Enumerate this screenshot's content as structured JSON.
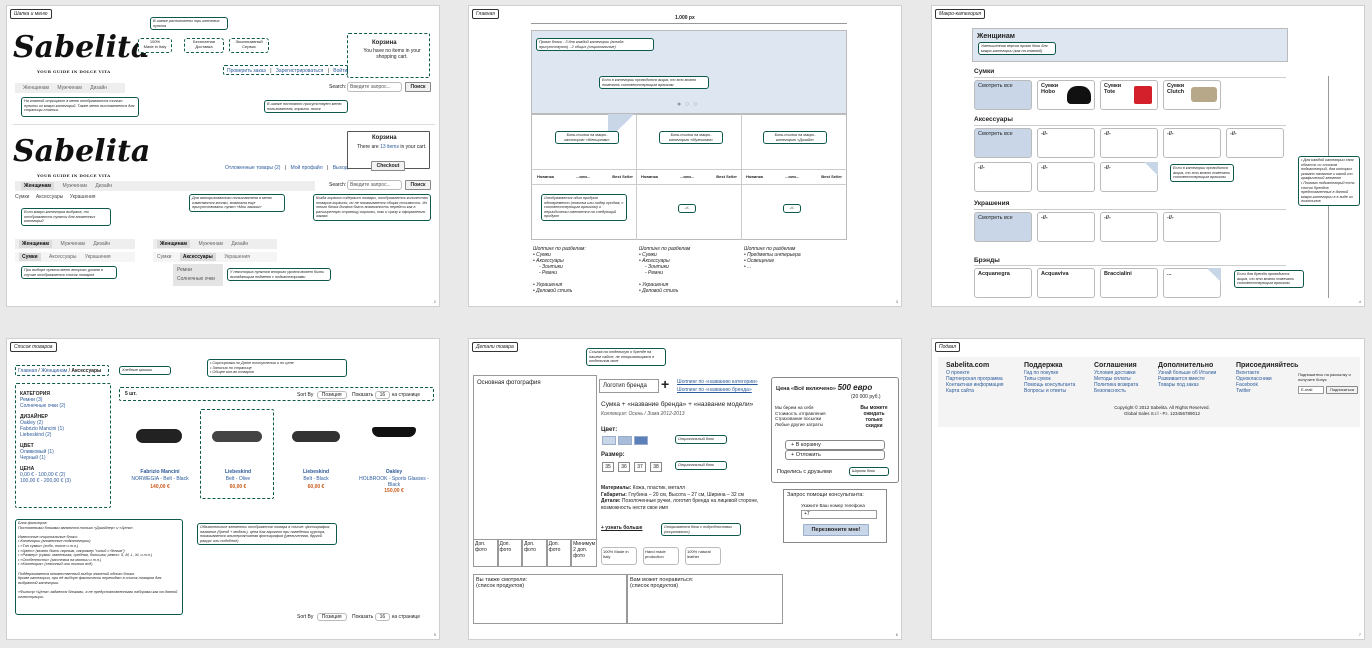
{
  "pages": [
    {
      "title": "Шапка и меню",
      "num": "2"
    },
    {
      "title": "Главная",
      "num": "3"
    },
    {
      "title": "Макро-категория",
      "num": "4"
    },
    {
      "title": "Список товаров",
      "num": "5"
    },
    {
      "title": "Детали товара",
      "num": "6"
    },
    {
      "title": "Подвал",
      "num": "7"
    }
  ],
  "header": {
    "logo": "Sabelita",
    "tagline": "YOUR GUIDE IN DOLCE VITA",
    "note_points": "В шапке расположены три ключевых пункта",
    "points": [
      "100%\nMade in Italy",
      "Бесплатная\nДоставка",
      "Эксклюзивный\nСервис"
    ],
    "links": [
      "Проверить заказ",
      "Зарегистрироваться",
      "Войти"
    ],
    "cart_title": "Корзина",
    "cart_empty": "You have no items in your shopping cart.",
    "search_label": "Search:",
    "search_placeholder": "Введите запрос...",
    "search_btn": "Поиск",
    "nav": [
      "Женщинам",
      "Мужчинам",
      "Дизайн"
    ],
    "note_nav": "На главной отрицают в меню отображаются только пункты из макро-категорий. Также меню выставляется для страницы-статьи.",
    "note_menu": "В шапке постоянно присутствует меню пользователя, корзина, поиск",
    "cart2_text_pre": "There are ",
    "cart2_items": "13 items",
    "cart2_text_post": " in your cart.",
    "checkout": "Checkout",
    "user_links": [
      "Отложенные товары (2)",
      "Мой профайл",
      "Выход"
    ],
    "note_user": "Для авторизованного пользователя в меню изменяются кнопки, возможна еще присутствовать пункт «Мои заказы»",
    "note_cart": "Когда корзина содержит товары, отображается количество товаров корзины, но не показывается общая стоимость. Из этого блока должна быть возможность перейти как в расширенную страницу корзины, так и сразу к оформлению заказа",
    "sub_nav": [
      "Сумки",
      "Аксессуары",
      "Украшения"
    ],
    "note_sub": "Если макро-категория выбрана, то отображаются пункты для вложенных категорий",
    "note_sub2": "При выборе пункта меню второго уровня в случае отображается список товаров",
    "sub3": [
      "Ремни",
      "Солнечные очки"
    ],
    "note_sub3": "У некоторых пунктов второго уровня может быть выпадающим подменю с подкатегориями"
  },
  "home": {
    "width_label": "1.000 px",
    "note_promo": "Промо блоки\n - 3 для каждой категории (всегда присутствуют)\n - 2 общих (опциональные)",
    "note_action": "Если в категории проводится акция, то это можно помечать соответствующим ярлыком",
    "blocks": [
      "Блок-ссылка на макро-категорию «Женщинам»",
      "Блок-ссылка на макро-категорию «Мужчинам»",
      "Блок-ссылка на макро-категорию «Дизайн»"
    ],
    "tabs": [
      "Новинка",
      "...или...",
      "Best Seller"
    ],
    "note_prod": "Отображается один продукт одновременно (новинка или лидер продаж, с соответствующим ярлыком) и периодически сменяется на следующий продукт",
    "shopping": [
      {
        "title": "Шоппинг по разделам:",
        "items": [
          "• Сумки",
          "• Аксессуары",
          "- Зонтики",
          "- Ремни",
          "",
          "• Украшения",
          "• Деловой стиль"
        ]
      },
      {
        "title": "Шоппинг по разделам",
        "items": [
          "• Сумки",
          "• Аксессуары",
          "- Зонтики",
          "- Ремни",
          "",
          "• Украшения",
          "• Деловой стиль"
        ]
      },
      {
        "title": "Шоппинг по разделам",
        "items": [
          "• Предметы интерьера",
          "• Освещение",
          "• ..."
        ]
      }
    ]
  },
  "macro": {
    "banner": "Женщинам",
    "note_banner": "Уменьшенная версия промо блок для макро-категории (как на главной)",
    "sections": [
      {
        "title": "Сумки",
        "cells": [
          "Смотреть все",
          "Сумки Hobo",
          "Сумки Tote",
          "Сумки Clutch"
        ]
      },
      {
        "title": "Аксессуары",
        "cells": [
          "Смотреть все",
          "-//-",
          "-//-",
          "-//-",
          "-//-",
          "-//-",
          "-//-",
          "-//-"
        ]
      },
      {
        "title": "Украшения",
        "cells": [
          "Смотреть все",
          "-//-",
          "-//-",
          "-//-"
        ]
      },
      {
        "title": "Брэнды",
        "cells": [
          "Acquanegra",
          "Acquaviva",
          "Braccialini",
          "..."
        ]
      }
    ],
    "note_action": "Если в категории проводится акция, то это можно помечать соответствующим ярлыком",
    "note_brand": "Если для бренда проводится акция, то это можно помечать соответствующим ярлыком",
    "note_side": "• Для каждой категории своя область со списком подкатегорий, для которых указано название и какой-то графический элемент\n• Помимо подкатегорий есть список брендов представленных в данной макро-категории в в виде их логотипов"
  },
  "list": {
    "breadcrumb": [
      "Главная",
      "Женщинам",
      "Аксессуары"
    ],
    "note_crumb": "Хлебные крошки",
    "note_sort": "• Сортировка по Дате поступления и по цене\n• Записью по странице\n• Общее кол-во товаров",
    "count": "5 шт.",
    "sort_by": "Sort By",
    "sort_val": "Позиция",
    "show": "Показать",
    "per": "16",
    "per_page": "на странице",
    "filters": [
      {
        "h": "КАТЕГОРИЯ",
        "items": [
          "Ремни (3)",
          "Солнечные очки (2)"
        ]
      },
      {
        "h": "ДИЗАЙНЕР",
        "items": [
          "Oakley (2)",
          "Fabrizio Mancini (1)",
          "Liebeskind (2)"
        ]
      },
      {
        "h": "ЦВЕТ",
        "items": [
          "Оливковый (1)",
          "Черный (1)"
        ]
      },
      {
        "h": "ЦЕНА",
        "items": [
          "0,00 € - 100,00 € (2)",
          "100,00 € - 200,00 € (3)"
        ]
      }
    ],
    "products": [
      {
        "brand": "Fabrizio Mancini",
        "name": "NORWEGIA - Belt - Black",
        "price": "140,00 €"
      },
      {
        "brand": "Liebeskind",
        "name": "Belt - Olive",
        "price": "60,00 €"
      },
      {
        "brand": "Liebeskind",
        "name": "Belt - Black",
        "price": "60,00 €"
      },
      {
        "brand": "Oakley",
        "name": "HOLBROOK - Sports Glasses - Black",
        "price": "150,00 €"
      }
    ],
    "note_filters": "Блок фильтров:\nПостоянными блоками являются только «Дизайнер» и «Цена».\n\nИзвестные опциональные блоки:\n• Категории (вложенные подкатегории)\n• «Тип сумки» (хобо, тоте и т.п.)\n• «Цвет» (можно быть парным, например \"синий с белым\")\n• «Размер» (сумки: маленькая, средняя, большая; ремни: S, M, L, XL и т.п.)\n• «Особенности» (застежка на молнии и т.п.)\n• «Коллекция» (сезонный или только всё)\n\nПоддерживается множественный выбор значений одного блока.\nКроме категории, при её выборе фактически переходят в список товаров для выбранной категории.\n\n«Фильтр «Цена» задается блоками, а не предустановленными наборами как на данной иллюстрации.",
    "note_card": "Обязательные элементы отображения товара в списке: фотография, название (бренд + модель), цена\nКак вариант при наведении курсора, показывается альтернативная фотография (увеличенная, другой ракурс или подобное)"
  },
  "detail": {
    "main_photo": "Основная фотография",
    "brand_logo": "Логотип бренда",
    "shop_links": [
      "Шоппинг по «названию категории»",
      "Шоппинг по «названию бренда»"
    ],
    "note_brand": "Ссылка на отдельную о бренде на нашем сайте, не открывающаяся в отдельном окне",
    "title": "Сумка + «название бренда» + «название модели»",
    "collection": "Коллекция: Осень / Зима 2012-2013",
    "color_label": "Цвет:",
    "size_label": "Размер:",
    "sizes": [
      "35",
      "36",
      "37",
      "38"
    ],
    "opt_block": "Опциональный блок",
    "materials_label": "Материалы:",
    "materials": "Кожа, пластик, металл",
    "dims_label": "Габариты:",
    "dims": "Глубина – 20 см, Высота – 27 см, Ширина – 32 см",
    "details_label": "Детали:",
    "details": "Позолоченные ручки, логотип бренда на лицевой стороне, возможность нести свое имя",
    "more": "+ узнать больше",
    "note_more": "Открывается блок с подробностями (опционально)",
    "badges": [
      "100% Made in Italy",
      "Hand made production",
      "100% natural leather"
    ],
    "extra": [
      "Доп. фото",
      "Доп. фото",
      "Доп. фото",
      "Доп. фото",
      "Минимум 2 доп. фото"
    ],
    "price_label": "Цена «Всё включено»",
    "price": "500 евро",
    "price_old": "(20 000 руб.)",
    "price_items": [
      "Мы берем на себя",
      "Стоимость отправления",
      "Страхование посылки",
      "Любые другие затраты"
    ],
    "no_surprise": "Вы можете ожидать только скидки",
    "cart_btn": "+ В корзину",
    "defer_btn": "+ Отложить",
    "share": "Поделись с друзьями",
    "share_note": "Шаринг блок",
    "consult": "Запрос помощи консультанта:",
    "consult_field": "Укажите Ваш номер телефона",
    "consult_prefix": "+7",
    "consult_btn": "Перезвоните мне!",
    "seen": "Вы также смотрели:\n(список продуктов)",
    "like": "Вам может понравиться:\n(список продуктов)"
  },
  "footer": {
    "cols": [
      {
        "h": "Sabelita.com",
        "items": [
          "О проекте",
          "Партнерская программа",
          "Контактная информация",
          "Карта сайта"
        ]
      },
      {
        "h": "Поддержка",
        "items": [
          "Гид по покупке",
          "Типы сумок",
          "Помощь консультанта",
          "Вопросы и ответы"
        ]
      },
      {
        "h": "Соглашения",
        "items": [
          "Условия доставки",
          "Методы оплаты",
          "Политика возврата",
          "Безопасность"
        ]
      },
      {
        "h": "Дополнительно",
        "items": [
          "Узнай больше об Италии",
          "Развивается вместе",
          "Товары под заказ"
        ]
      },
      {
        "h": "Присоединяйтесь",
        "items": [
          "Вконтакте",
          "Одноклассники",
          "Facebook",
          "Twitter"
        ]
      }
    ],
    "subscribe": "Подпишитесь на рассылку и получите бонус",
    "email": "E-mail",
    "sub_btn": "Подписаться",
    "copy": "Copyright © 2012 Sabelita. All Rights Reserved.",
    "copy2": "Global Sales S.r.l - P.I. 123456789012"
  }
}
